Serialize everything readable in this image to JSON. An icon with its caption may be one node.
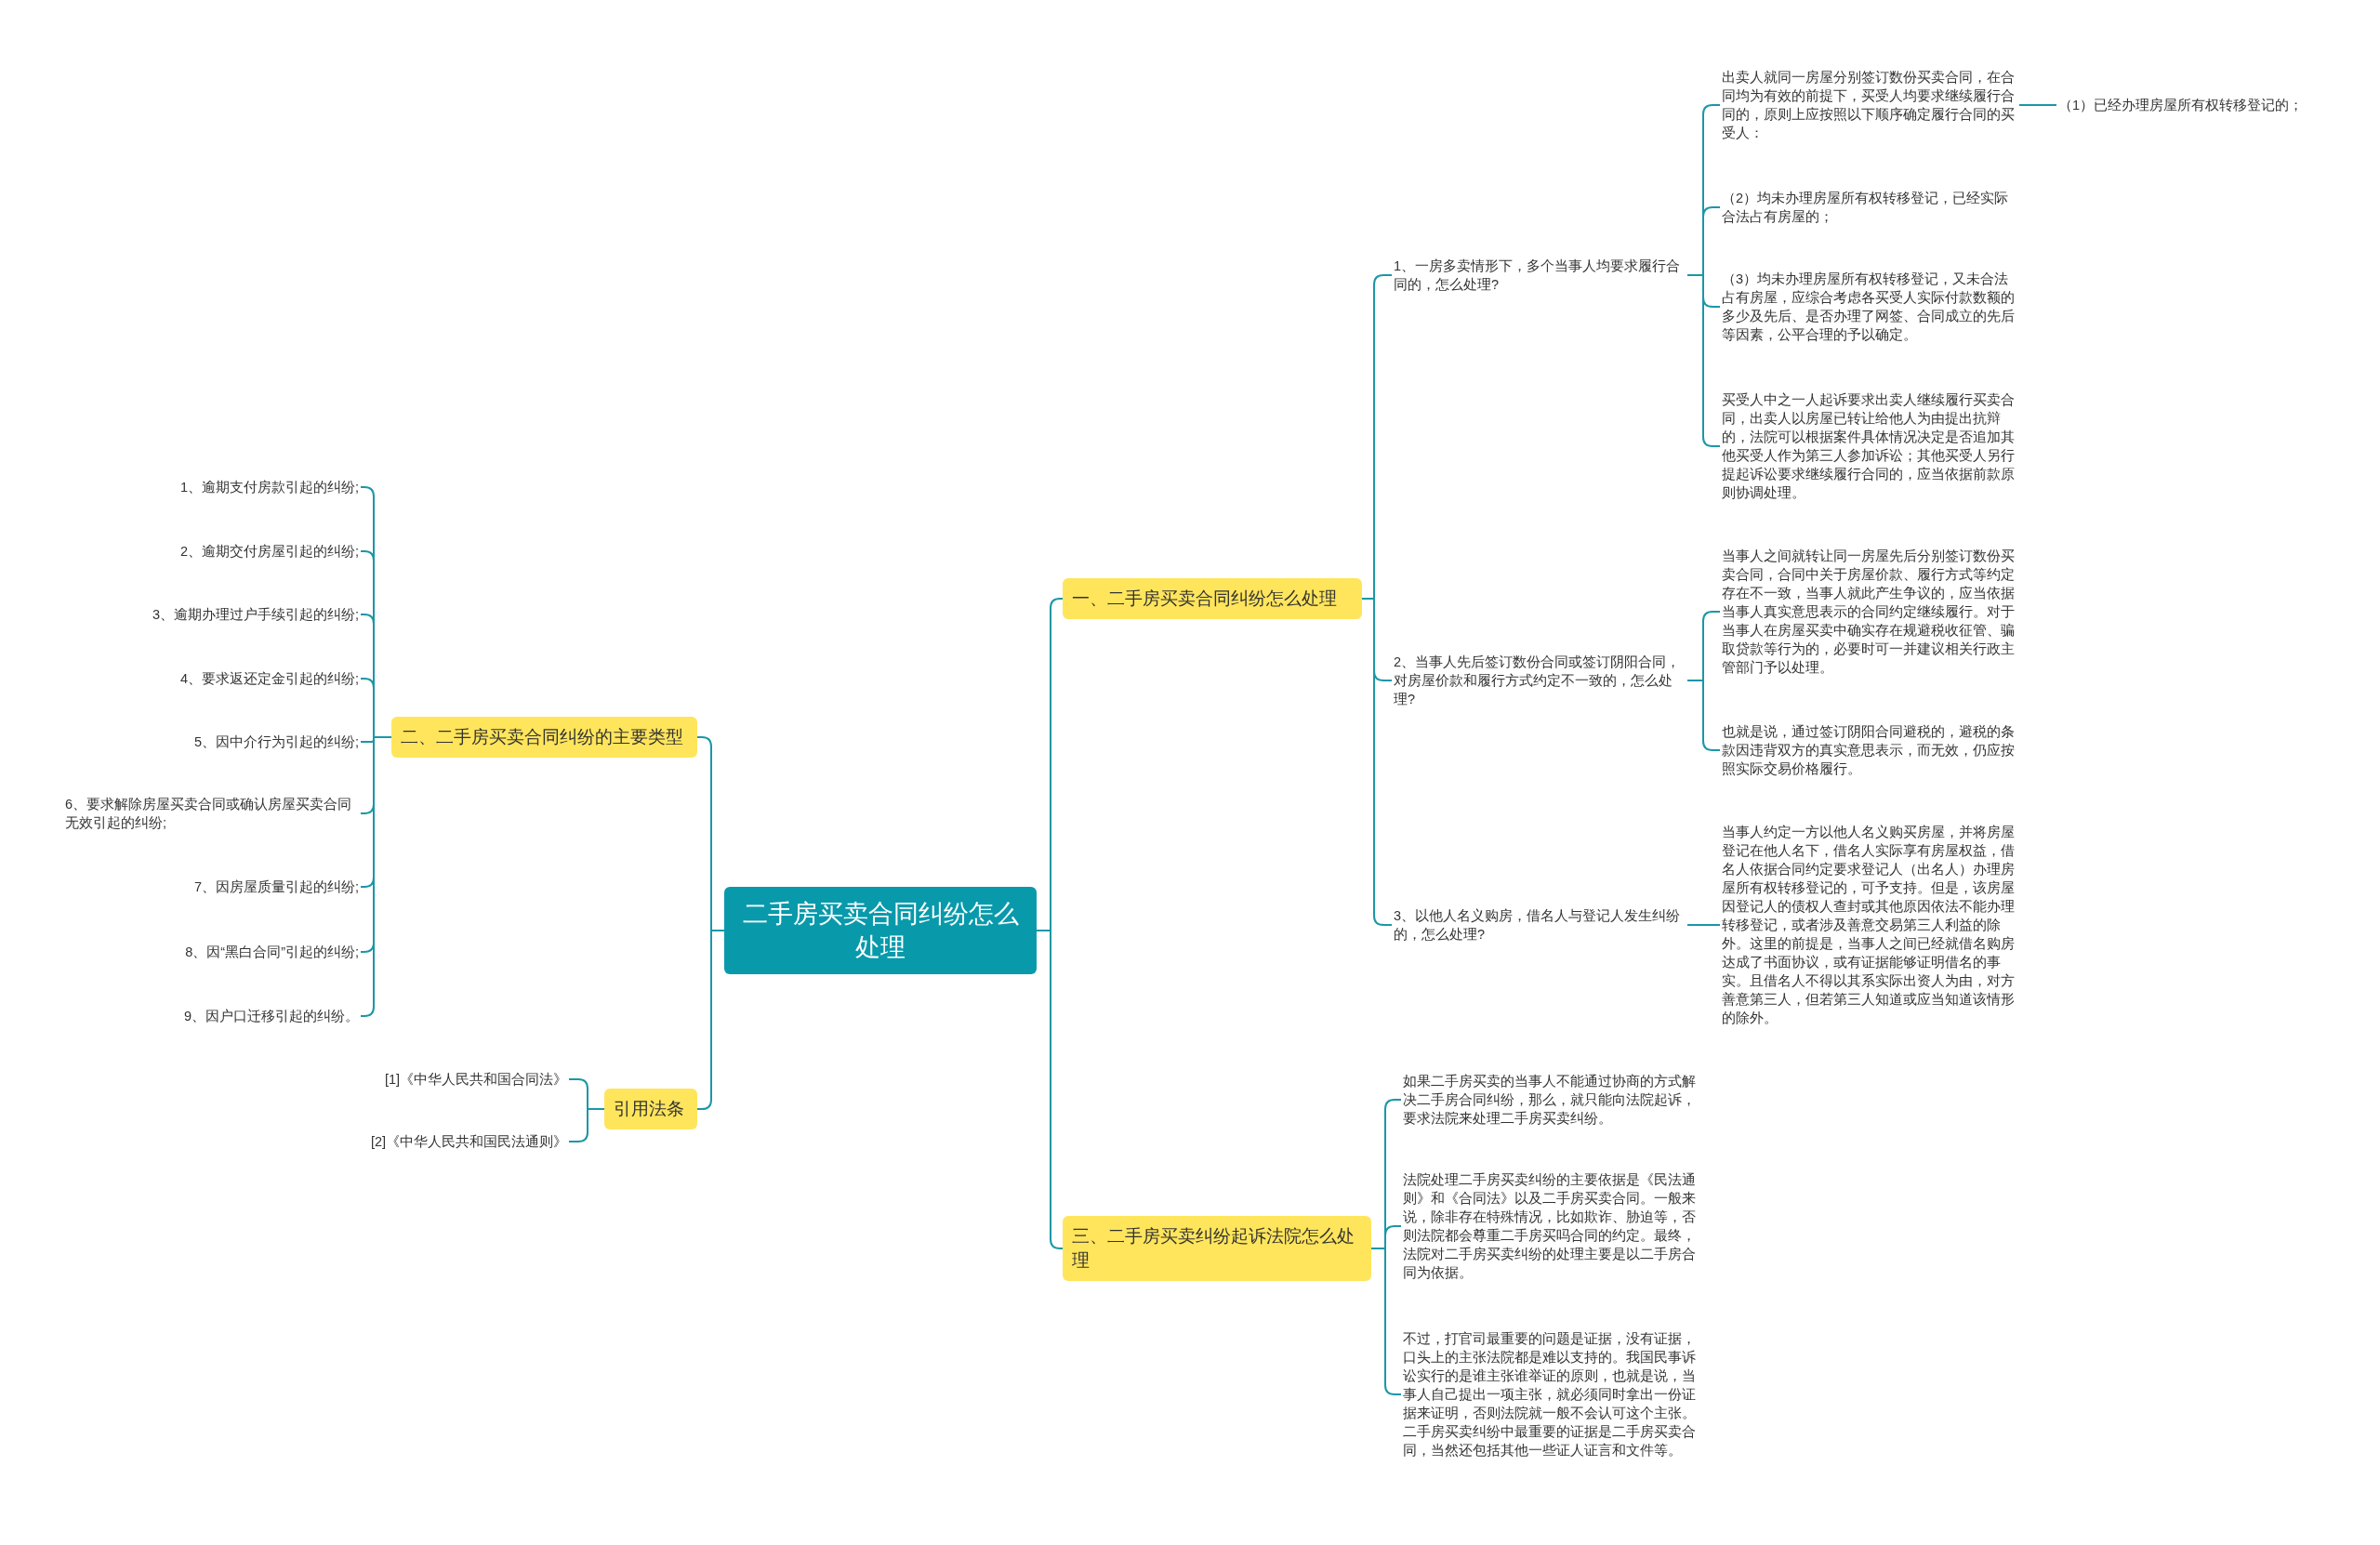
{
  "diagram": {
    "nodes": [
      {
        "text": [
          "二手房买卖合同纠纷怎么处理"
        ]
      },
      {
        "text": [
          "一、二手房买卖合同纠纷怎么处理"
        ]
      },
      {
        "text": [
          "1、一房多卖情形下，多个当事人均要求履行合同的，怎么处理?"
        ]
      },
      {
        "text": [
          "出卖人就同一房屋分别签订数份买卖合同，在合同均为有效的前提下，买受人均要求继续履行合同的，原则上应按照以下顺序确定履行合同的买受人："
        ]
      },
      {
        "text": [
          "（1）已经办理房屋所有权转移登记的；"
        ]
      },
      {
        "text": [
          "（2）均未办理房屋所有权转移登记，已经实际合法占有房屋的；"
        ]
      },
      {
        "text": [
          "（3）均未办理房屋所有权转移登记，又未合法占有房屋，应综合考虑各买受人实际付款数额的多少及先后、是否办理了网签、合同成立的先后等因素，公平合理的予以确定。"
        ]
      },
      {
        "text": [
          "买受人中之一人起诉要求出卖人继续履行买卖合同，出卖人以房屋已转让给他人为由提出抗辩的，法院可以根据案件具体情况决定是否追加其他买受人作为第三人参加诉讼；其他买受人另行提起诉讼要求继续履行合同的，应当依据前款原则协调处理。"
        ]
      },
      {
        "text": [
          "2、当事人先后签订数份合同或签订阴阳合同，对房屋价款和履行方式约定不一致的，怎么处理?"
        ]
      },
      {
        "text": [
          "当事人之间就转让同一房屋先后分别签订数份买卖合同，合同中关于房屋价款、履行方式等约定存在不一致，当事人就此产生争议的，应当依据当事人真实意思表示的合同约定继续履行。对于当事人在房屋买卖中确实存在规避税收征管、骗取贷款等行为的，必要时可一并建议相关行政主管部门予以处理。"
        ]
      },
      {
        "text": [
          "也就是说，通过签订阴阳合同避税的，避税的条款因违背双方的真实意思表示，而无效，仍应按照实际交易价格履行。"
        ]
      },
      {
        "text": [
          "3、以他人名义购房，借名人与登记人发生纠纷的，怎么处理?"
        ]
      },
      {
        "text": [
          "当事人约定一方以他人名义购买房屋，并将房屋登记在他人名下，借名人实际享有房屋权益，借名人依据合同约定要求登记人（出名人）办理房屋所有权转移登记的，可予支持。但是，该房屋因登记人的债权人查封或其他原因依法不能办理转移登记，或者涉及善意交易第三人利益的除外。这里的前提是，当事人之间已经就借名购房达成了书面协议，或有证据能够证明借名的事实。且借名人不得以其系实际出资人为由，对方善意第三人，但若第三人知道或应当知道该情形的除外。"
        ]
      },
      {
        "text": [
          "三、二手房买卖纠纷起诉法院怎么处理"
        ]
      },
      {
        "text": [
          "如果二手房买卖的当事人不能通过协商的方式解决二手房合同纠纷，那么，就只能向法院起诉，要求法院来处理二手房买卖纠纷。"
        ]
      },
      {
        "text": [
          "法院处理二手房买卖纠纷的主要依据是《民法通则》和《合同法》以及二手房买卖合同。一般来说，除非存在特殊情况，比如欺诈、胁迫等，否则法院都会尊重二手房买吗合同的约定。最终，法院对二手房买卖纠纷的处理主要是以二手房合同为依据。"
        ]
      },
      {
        "text": [
          "不过，打官司最重要的问题是证据，没有证据，口头上的主张法院都是难以支持的。我国民事诉讼实行的是谁主张谁举证的原则，也就是说，当事人自己提出一项主张，就必须同时拿出一份证据来证明，否则法院就一般不会认可这个主张。二手房买卖纠纷中最重要的证据是二手房买卖合同，当然还包括其他一些证人证言和文件等。"
        ]
      },
      {
        "text": [
          "二、二手房买卖合同纠纷的主要类型"
        ]
      },
      {
        "text": [
          "1、逾期支付房款引起的纠纷;"
        ]
      },
      {
        "text": [
          "2、逾期交付房屋引起的纠纷;"
        ]
      },
      {
        "text": [
          "3、逾期办理过户手续引起的纠纷;"
        ]
      },
      {
        "text": [
          "4、要求返还定金引起的纠纷;"
        ]
      },
      {
        "text": [
          "5、因中介行为引起的纠纷;"
        ]
      },
      {
        "text": [
          "6、要求解除房屋买卖合同或确认房屋买卖合同无效引起的纠纷;"
        ]
      },
      {
        "text": [
          "7、因房屋质量引起的纠纷;"
        ]
      },
      {
        "text": [
          "8、因“黑白合同”引起的纠纷;"
        ]
      },
      {
        "text": [
          "9、因户口迁移引起的纠纷。"
        ]
      },
      {
        "text": [
          "引用法条"
        ]
      },
      {
        "text": [
          "[1]《中华人民共和国合同法》"
        ]
      },
      {
        "text": [
          "[2]《中华人民共和国民法通则》"
        ]
      }
    ],
    "edges": [
      {
        "from": 0,
        "to": 1,
        "arrow": "none"
      },
      {
        "from": 0,
        "to": 13,
        "arrow": "none"
      },
      {
        "from": 0,
        "to": 17,
        "arrow": "none"
      },
      {
        "from": 0,
        "to": 27,
        "arrow": "none"
      },
      {
        "from": 1,
        "to": 2,
        "arrow": "none"
      },
      {
        "from": 1,
        "to": 8,
        "arrow": "none"
      },
      {
        "from": 1,
        "to": 11,
        "arrow": "none"
      },
      {
        "from": 2,
        "to": 3,
        "arrow": "none"
      },
      {
        "from": 2,
        "to": 5,
        "arrow": "none"
      },
      {
        "from": 2,
        "to": 6,
        "arrow": "none"
      },
      {
        "from": 2,
        "to": 7,
        "arrow": "none"
      },
      {
        "from": 3,
        "to": 4,
        "arrow": "none"
      },
      {
        "from": 8,
        "to": 9,
        "arrow": "none"
      },
      {
        "from": 8,
        "to": 10,
        "arrow": "none"
      },
      {
        "from": 11,
        "to": 12,
        "arrow": "none"
      },
      {
        "from": 13,
        "to": 14,
        "arrow": "none"
      },
      {
        "from": 13,
        "to": 15,
        "arrow": "none"
      },
      {
        "from": 13,
        "to": 16,
        "arrow": "none"
      },
      {
        "from": 17,
        "to": 18,
        "arrow": "none"
      },
      {
        "from": 17,
        "to": 19,
        "arrow": "none"
      },
      {
        "from": 17,
        "to": 20,
        "arrow": "none"
      },
      {
        "from": 17,
        "to": 21,
        "arrow": "none"
      },
      {
        "from": 17,
        "to": 22,
        "arrow": "none"
      },
      {
        "from": 17,
        "to": 23,
        "arrow": "none"
      },
      {
        "from": 17,
        "to": 24,
        "arrow": "none"
      },
      {
        "from": 17,
        "to": 25,
        "arrow": "none"
      },
      {
        "from": 17,
        "to": 26,
        "arrow": "none"
      },
      {
        "from": 27,
        "to": 28,
        "arrow": "none"
      },
      {
        "from": 27,
        "to": 29,
        "arrow": "none"
      }
    ]
  }
}
